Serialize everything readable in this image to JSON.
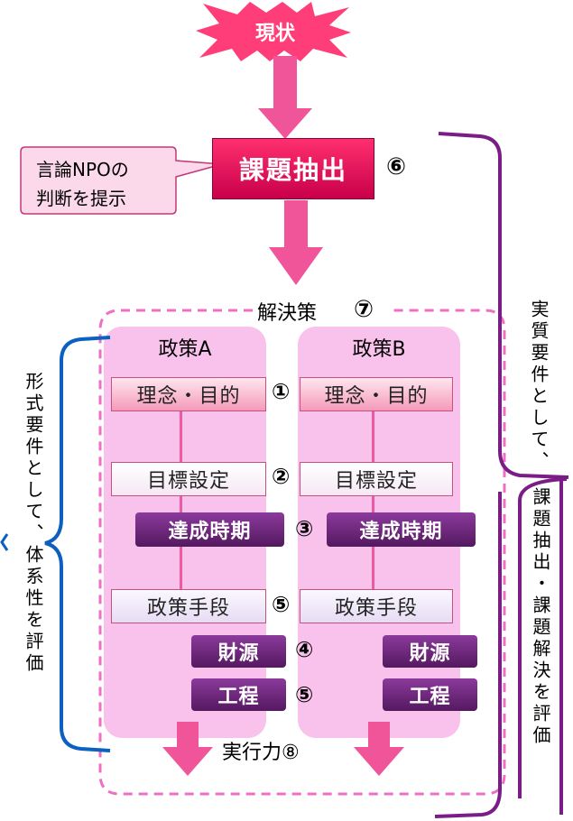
{
  "top": {
    "label": "現状"
  },
  "extract": {
    "label": "課題抽出",
    "number": "⑥"
  },
  "callout": {
    "line1": "言論NPOの",
    "line2": "判断を提示"
  },
  "solution": {
    "label": "解決策",
    "number": "⑦"
  },
  "policy_a": {
    "title": "政策A",
    "philosophy": "理念・目的",
    "target": "目標設定",
    "period": "達成時期",
    "means": "政策手段",
    "funds": "財源",
    "process": "工程"
  },
  "policy_b": {
    "title": "政策B",
    "philosophy": "理念・目的",
    "target": "目標設定",
    "period": "達成時期",
    "means": "政策手段",
    "funds": "財源",
    "process": "工程"
  },
  "numbers": {
    "n1": "①",
    "n2": "②",
    "n3": "③",
    "n4": "④",
    "n5a": "⑤",
    "n5b": "⑤"
  },
  "execution": {
    "label": "実行力⑧"
  },
  "left_note": {
    "text": "形式要件として、体系性を評価"
  },
  "right_note_top": {
    "text": "実質要件として、"
  },
  "right_note_bottom": {
    "text": "課題抽出・課題解決を評価"
  },
  "colors": {
    "magenta": "#d6005a",
    "arrow_pink": "#f0559a",
    "dash_pink": "#ee6fc3",
    "purple": "#7a1d86",
    "blue": "#0b60c0",
    "column_bg": "#f8c2ec"
  }
}
